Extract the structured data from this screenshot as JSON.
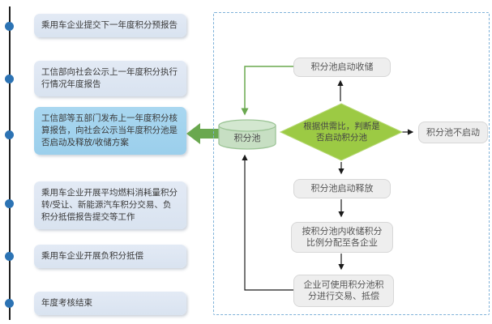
{
  "timeline": {
    "steps": [
      {
        "label": "乘用车企业提交下一年度积分预报告",
        "highlighted": false
      },
      {
        "label": "工信部向社会公示上一年度积分执行行情况年度报告",
        "highlighted": false
      },
      {
        "label": "工信部等五部门发布上一年度积分核算报告，向社会公示当年度积分池是否启动及释放/收储方案",
        "highlighted": true
      },
      {
        "label": "乘用车企业开展平均燃料消耗量积分转/受让、新能源汽车积分交易、负积分抵偿报告提交等工作",
        "highlighted": false
      },
      {
        "label": "乘用车企业开展负积分抵偿",
        "highlighted": false
      },
      {
        "label": "年度考核结束",
        "highlighted": false
      }
    ]
  },
  "flowchart": {
    "pool": "积分池",
    "decision": "根据供需比，判断是否启动积分池",
    "collect": "积分池启动收储",
    "not_start": "积分池不启动",
    "release": "积分池启动释放",
    "distribute": "按积分池内收储积分比例分配至各企业",
    "use": "企业可使用积分池积分进行交易、抵偿"
  },
  "colors": {
    "timeline_dot": "#2c73b4",
    "timeline_line": "#1f1f1f",
    "step_fill": "#dde6f2",
    "step_highlight_fill": "#a3d3ee",
    "big_arrow_green": "#6aa84f",
    "dashed_border": "#7fb2d9",
    "cylinder_fill": "#c7dfc3",
    "cylinder_stroke": "#9cc496",
    "diamond_fill": "#9cca44",
    "gray_box_fill": "#eeeeee",
    "gray_box_border": "#d7d7d7",
    "connector_black": "#1a1a1a"
  }
}
